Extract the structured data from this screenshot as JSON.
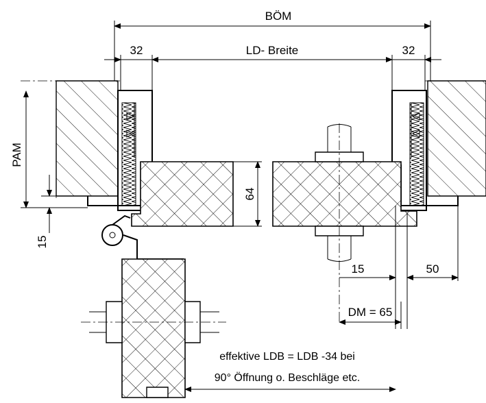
{
  "dimensions": {
    "boem": "BÖM",
    "ld_breite": "LD- Breite",
    "left_32": "32",
    "right_32": "32",
    "pam": "PAM",
    "d64": "64",
    "d15_left": "15",
    "d15_right": "15",
    "d50": "50",
    "dm": "DM = 65"
  },
  "notes": {
    "line1": "effektive LDB = LDB -34 bei",
    "line2": "90° Öffnung o. Beschläge etc."
  }
}
